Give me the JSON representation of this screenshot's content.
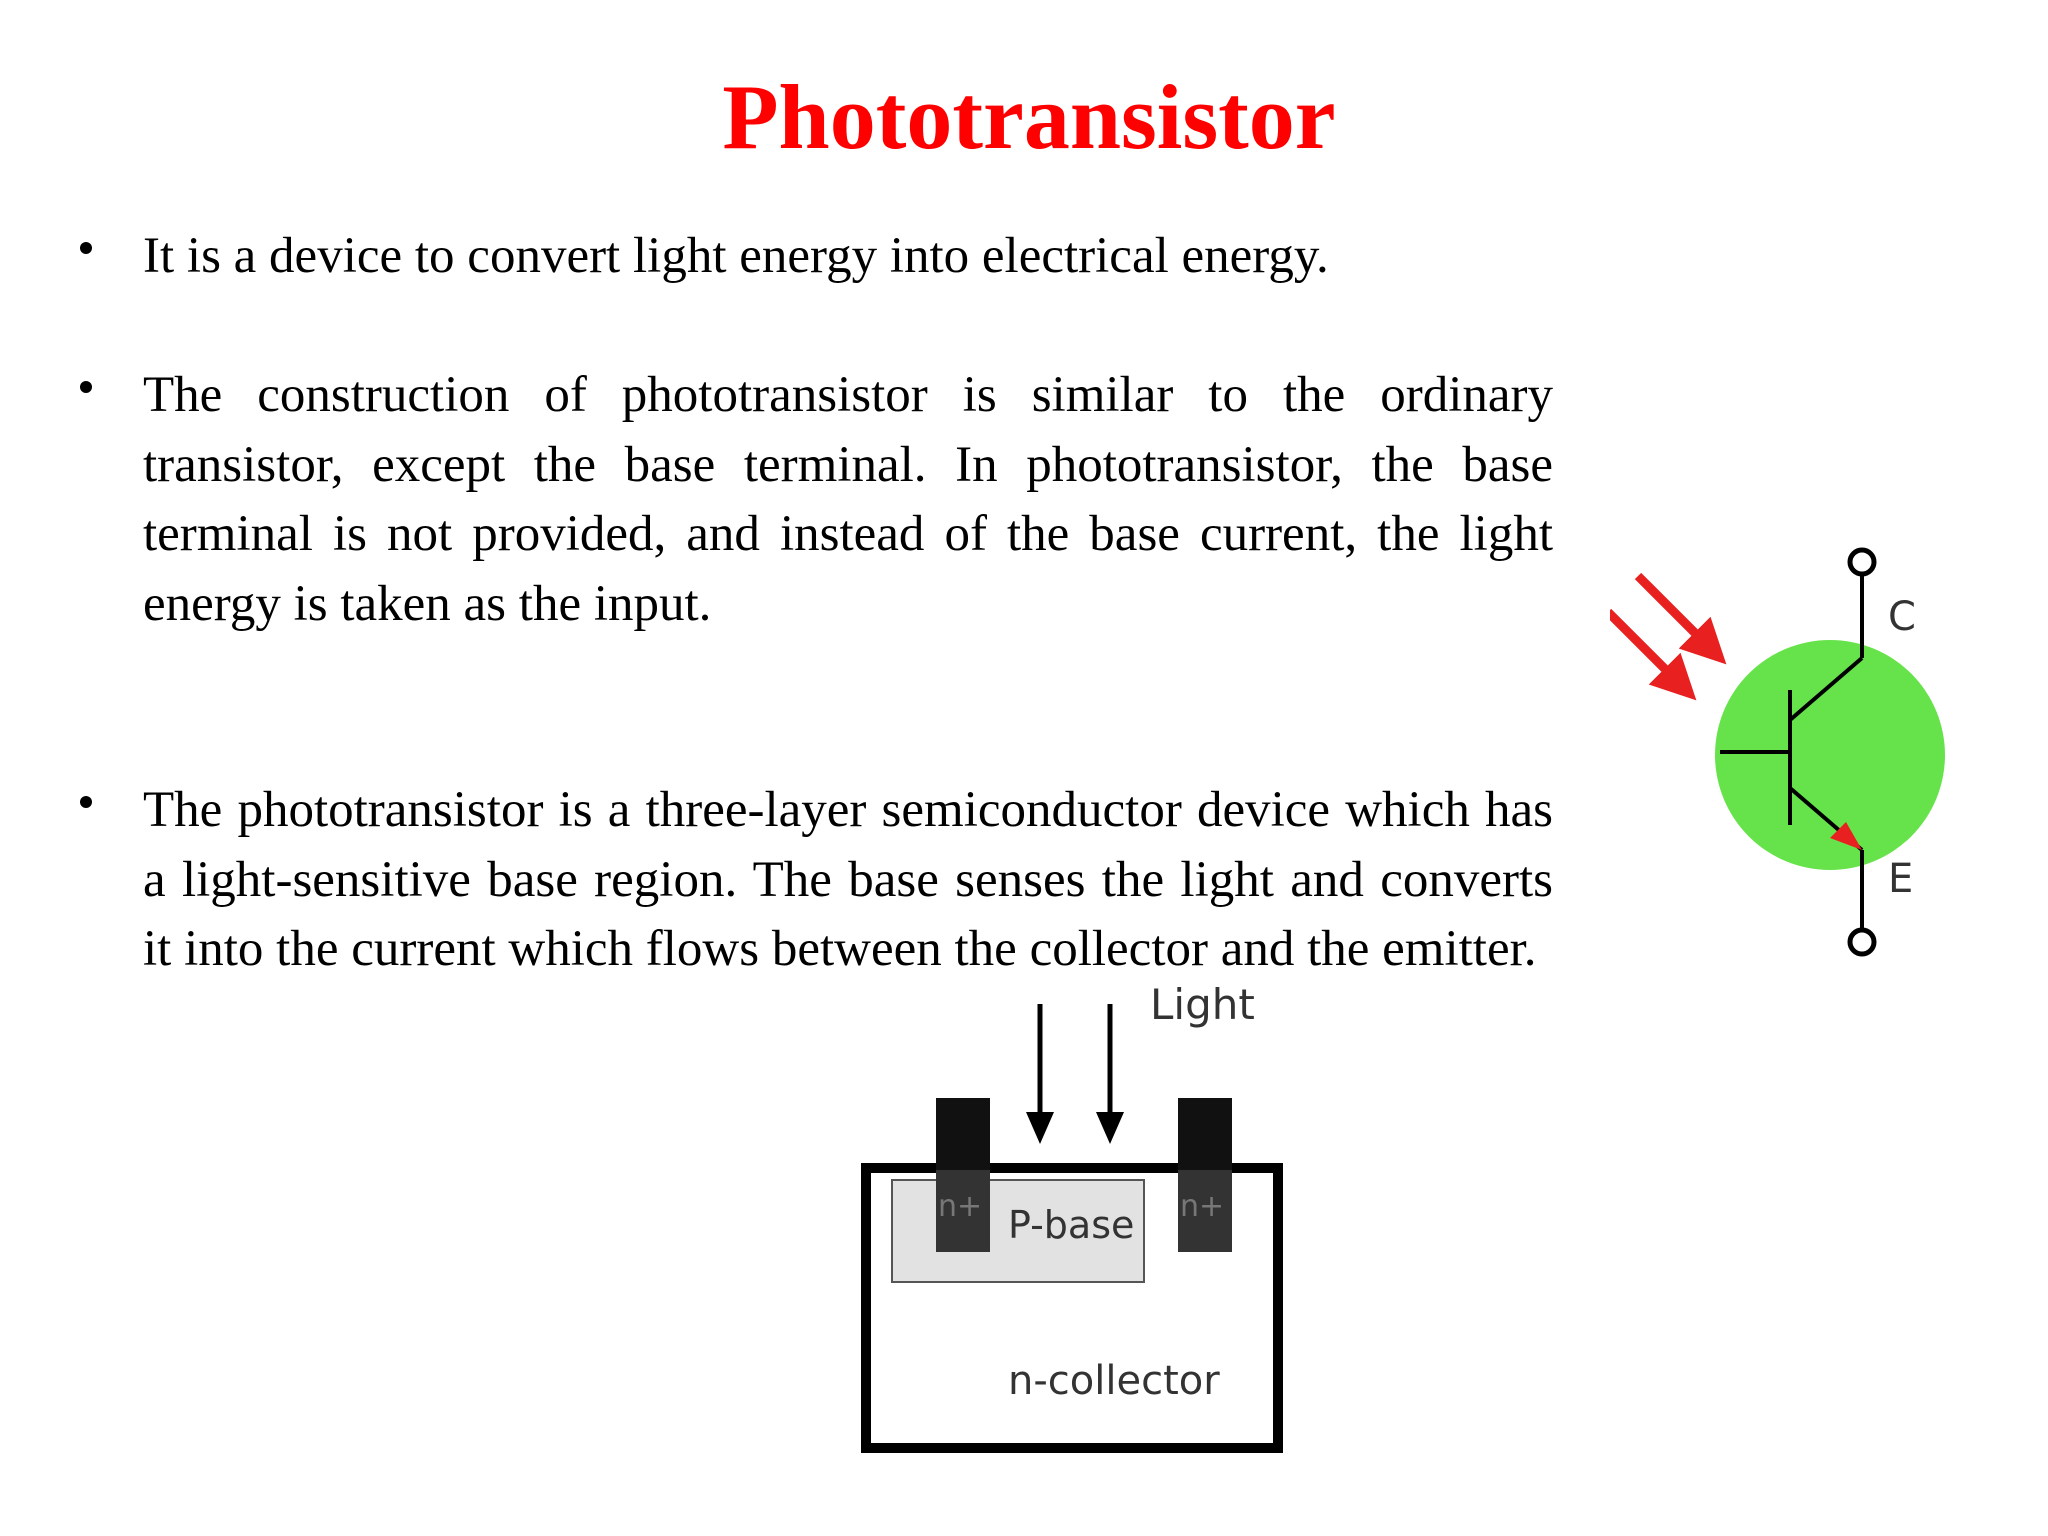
{
  "slide": {
    "title": "Phototransistor",
    "title_color": "#ff0000",
    "bullets": [
      "It is a device to convert light energy into electrical energy.",
      "The construction of phototransistor is similar to the ordinary transistor, except the base terminal. In phototransistor, the base terminal is not provided, and instead of the base current, the light energy is taken as the input.",
      "The phototransistor is a three-layer semiconductor device which has a light-sensitive base region. The base senses the light and converts it into the current which flows between the collector and the emitter."
    ]
  },
  "symbol_diagram": {
    "collector_label": "C",
    "emitter_label": "E",
    "body_color": "#66e34a",
    "arrow_color": "#e82020"
  },
  "construction_diagram": {
    "light_label": "Light",
    "base_label": "P-base",
    "left_region_label": "n+",
    "right_region_label": "n+",
    "collector_label": "n-collector"
  }
}
